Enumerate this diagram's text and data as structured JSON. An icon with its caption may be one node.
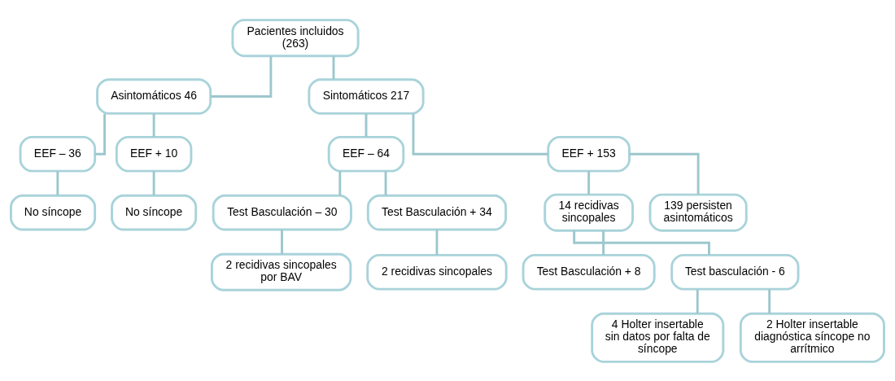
{
  "diagram": {
    "nodes": [
      {
        "text": [
          "Pacientes incluidos (263)"
        ]
      },
      {
        "text": [
          "Asintomáticos 46"
        ]
      },
      {
        "text": [
          "Sintomáticos 217"
        ]
      },
      {
        "text": [
          "EEF – 36"
        ]
      },
      {
        "text": [
          "EEF + 10"
        ]
      },
      {
        "text": [
          "No síncope"
        ]
      },
      {
        "text": [
          "No síncope"
        ]
      },
      {
        "text": [
          "EEF – 64"
        ]
      },
      {
        "text": [
          "EEF + 153"
        ]
      },
      {
        "text": [
          "Test Basculación – 30"
        ]
      },
      {
        "text": [
          "Test Basculación + 34"
        ]
      },
      {
        "text": [
          "2 recidivas sincopales por BAV"
        ]
      },
      {
        "text": [
          "2 recidivas sincopales"
        ]
      },
      {
        "text": [
          "14 recidivas sincopales"
        ]
      },
      {
        "text": [
          "139 persisten asintomáticos"
        ]
      },
      {
        "text": [
          "Test Basculación + 8"
        ]
      },
      {
        "text": [
          "Test basculación - 6"
        ]
      },
      {
        "text": [
          "4 Holter insertable sin datos por falta de síncope"
        ]
      },
      {
        "text": [
          "2 Holter insertable diagnóstica síncope no arrítmico"
        ]
      }
    ],
    "edges": [
      {
        "from": 0,
        "to": 1,
        "arrow": "none"
      },
      {
        "from": 0,
        "to": 2,
        "arrow": "none"
      },
      {
        "from": 1,
        "to": 3,
        "arrow": "none"
      },
      {
        "from": 1,
        "to": 4,
        "arrow": "none"
      },
      {
        "from": 3,
        "to": 5,
        "arrow": "none"
      },
      {
        "from": 4,
        "to": 6,
        "arrow": "none"
      },
      {
        "from": 2,
        "to": 7,
        "arrow": "none"
      },
      {
        "from": 2,
        "to": 8,
        "arrow": "none"
      },
      {
        "from": 7,
        "to": 9,
        "arrow": "none"
      },
      {
        "from": 7,
        "to": 10,
        "arrow": "none"
      },
      {
        "from": 9,
        "to": 11,
        "arrow": "none"
      },
      {
        "from": 10,
        "to": 12,
        "arrow": "none"
      },
      {
        "from": 8,
        "to": 13,
        "arrow": "none"
      },
      {
        "from": 8,
        "to": 14,
        "arrow": "none"
      },
      {
        "from": 13,
        "to": 15,
        "arrow": "none"
      },
      {
        "from": 13,
        "to": 16,
        "arrow": "none"
      },
      {
        "from": 16,
        "to": 17,
        "arrow": "none"
      },
      {
        "from": 16,
        "to": 18,
        "arrow": "none"
      }
    ]
  }
}
